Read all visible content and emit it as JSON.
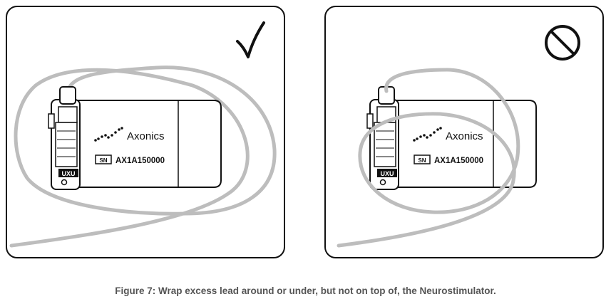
{
  "figure": {
    "caption": "Figure 7: Wrap excess lead around or under, but not on top of, the Neurostimulator."
  },
  "panels": [
    {
      "id": "correct",
      "status_icon": "checkmark-icon",
      "device": {
        "brand": "Axonics",
        "serial_tag": "SN",
        "serial_number": "AX1A150000",
        "connector_label": "UXU"
      }
    },
    {
      "id": "incorrect",
      "status_icon": "prohibited-icon",
      "device": {
        "brand": "Axonics",
        "serial_tag": "SN",
        "serial_number": "AX1A150000",
        "connector_label": "UXU"
      }
    }
  ],
  "colors": {
    "outline": "#111111",
    "lead": "#bdbdbd",
    "caption_text": "#555555"
  }
}
